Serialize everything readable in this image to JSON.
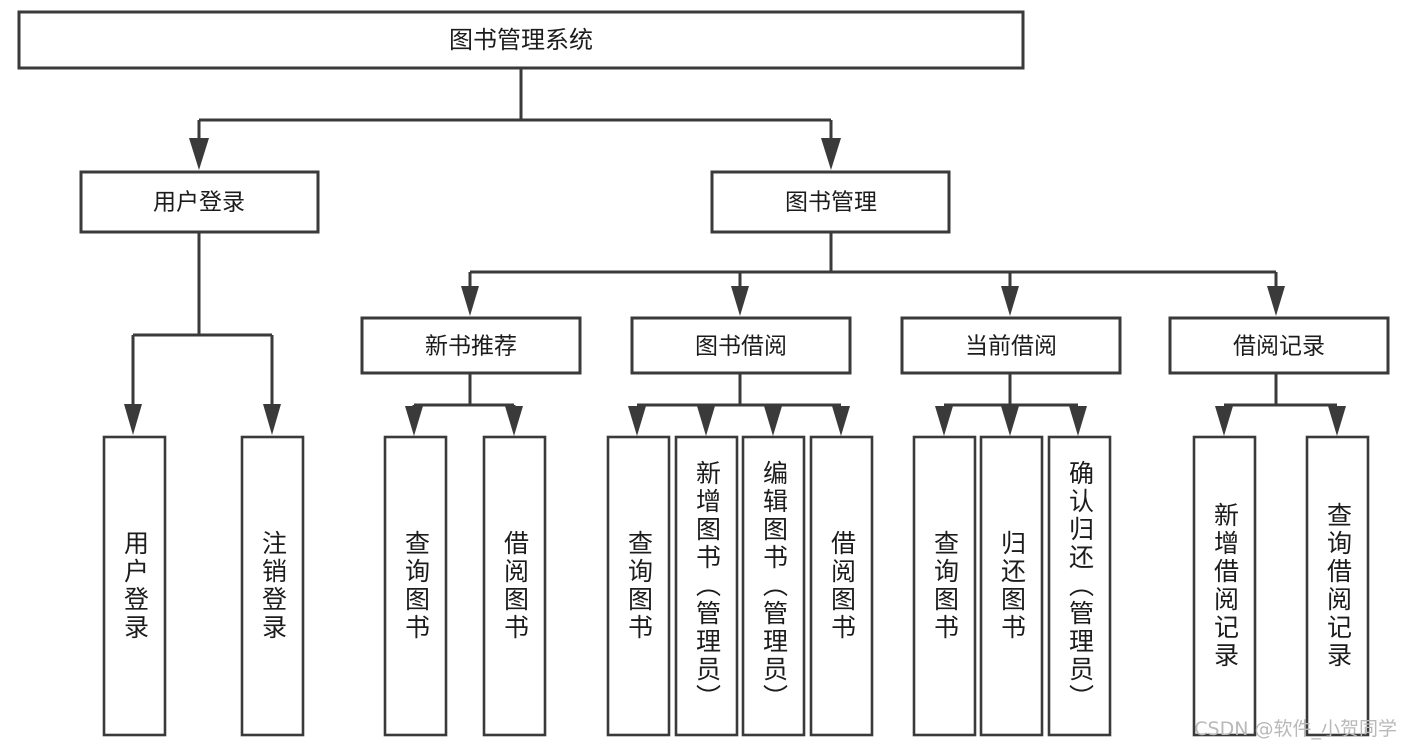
{
  "diagram": {
    "type": "tree-hierarchy-flowchart",
    "title": "图书管理系统",
    "watermark": "CSDN @软件_小贺同学",
    "colors": {
      "stroke": "#3a3a3a",
      "fill": "#ffffff",
      "text": "#1c1c1c",
      "watermark": "#b9b9b9"
    },
    "levels": {
      "root": {
        "id": "root",
        "label": "图书管理系统",
        "orientation": "horizontal"
      },
      "level1": [
        {
          "id": "user-login",
          "label": "用户登录",
          "orientation": "horizontal"
        },
        {
          "id": "book-manage",
          "label": "图书管理",
          "orientation": "horizontal"
        }
      ],
      "level2": [
        {
          "id": "new-book-recommend",
          "label": "新书推荐",
          "orientation": "horizontal",
          "parent": "book-manage"
        },
        {
          "id": "book-borrow",
          "label": "图书借阅",
          "orientation": "horizontal",
          "parent": "book-manage"
        },
        {
          "id": "current-borrow",
          "label": "当前借阅",
          "orientation": "horizontal",
          "parent": "book-manage"
        },
        {
          "id": "borrow-record",
          "label": "借阅记录",
          "orientation": "horizontal",
          "parent": "book-manage"
        }
      ],
      "leaves": [
        {
          "id": "leaf-user-login",
          "label": "用户登录",
          "orientation": "vertical",
          "parent": "user-login"
        },
        {
          "id": "leaf-user-logout",
          "label": "注销登录",
          "orientation": "vertical",
          "parent": "user-login"
        },
        {
          "id": "leaf-query-book-1",
          "label": "查询图书",
          "orientation": "vertical",
          "parent": "new-book-recommend"
        },
        {
          "id": "leaf-borrow-book-1",
          "label": "借阅图书",
          "orientation": "vertical",
          "parent": "new-book-recommend"
        },
        {
          "id": "leaf-query-book-2",
          "label": "查询图书",
          "orientation": "vertical",
          "parent": "book-borrow"
        },
        {
          "id": "leaf-add-book",
          "label": "新增图书（管理员）",
          "orientation": "vertical",
          "parent": "book-borrow"
        },
        {
          "id": "leaf-edit-book",
          "label": "编辑图书（管理员）",
          "orientation": "vertical",
          "parent": "book-borrow"
        },
        {
          "id": "leaf-borrow-book-2",
          "label": "借阅图书",
          "orientation": "vertical",
          "parent": "book-borrow"
        },
        {
          "id": "leaf-query-book-3",
          "label": "查询图书",
          "orientation": "vertical",
          "parent": "current-borrow"
        },
        {
          "id": "leaf-return-book",
          "label": "归还图书",
          "orientation": "vertical",
          "parent": "current-borrow"
        },
        {
          "id": "leaf-confirm-return",
          "label": "确认归还（管理员）",
          "orientation": "vertical",
          "parent": "current-borrow"
        },
        {
          "id": "leaf-add-record",
          "label": "新增借阅记录",
          "orientation": "vertical",
          "parent": "borrow-record"
        },
        {
          "id": "leaf-query-record",
          "label": "查询借阅记录",
          "orientation": "vertical",
          "parent": "borrow-record"
        }
      ]
    }
  }
}
